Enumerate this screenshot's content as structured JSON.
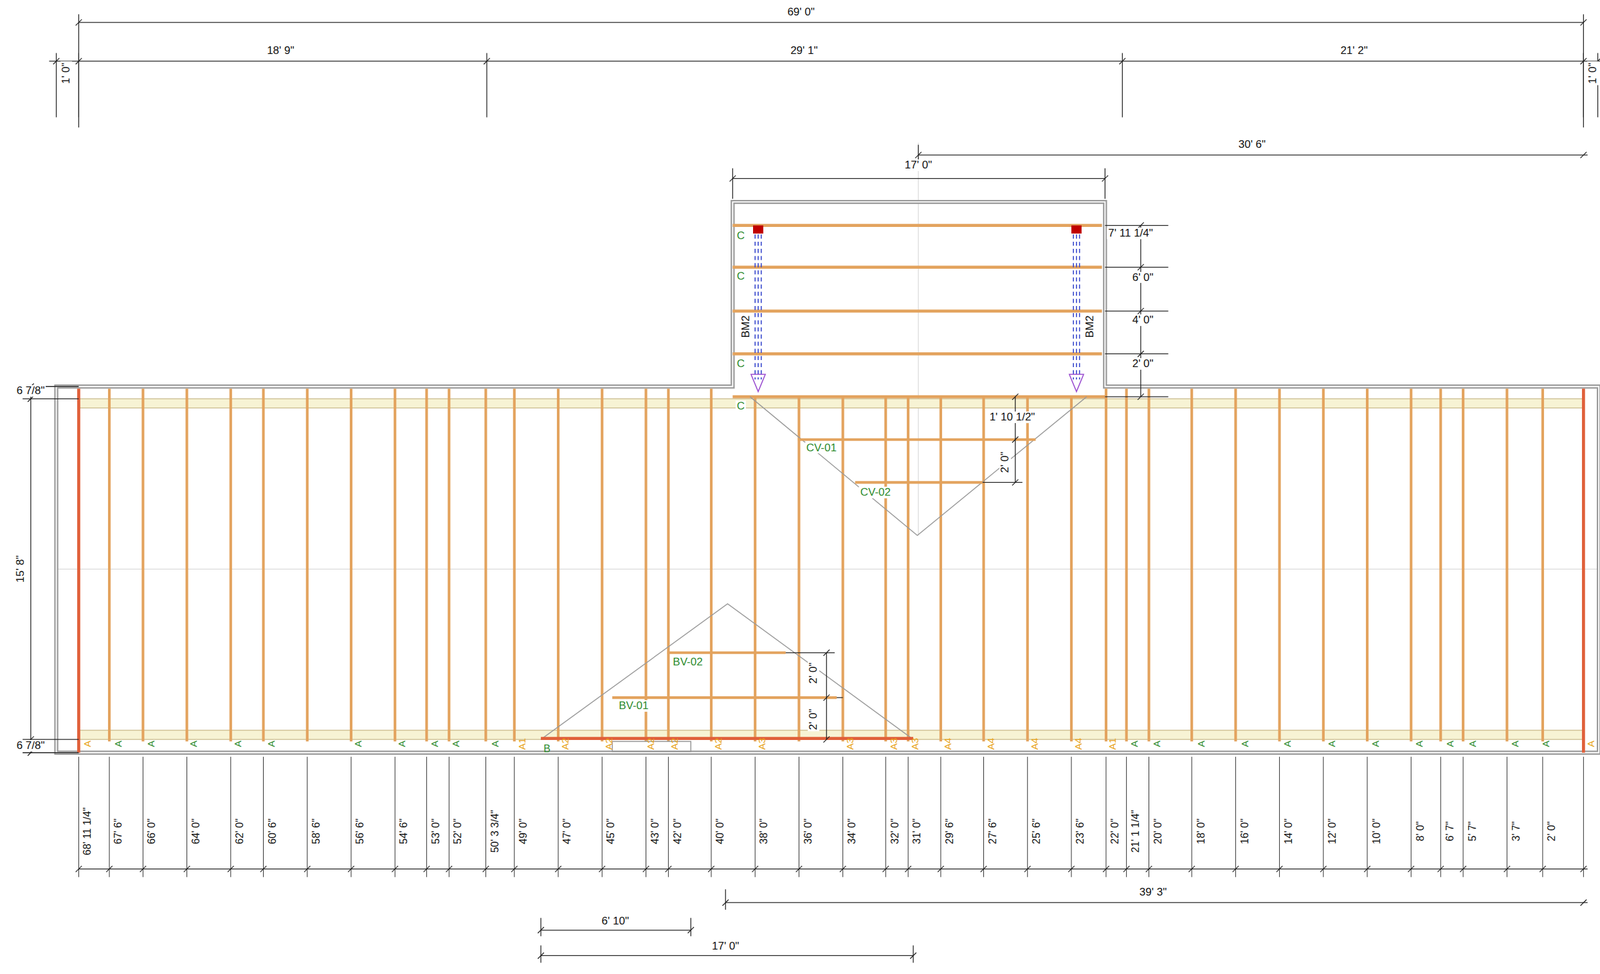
{
  "diagram": {
    "labels": [
      "69' 0\"",
      "1' 0\"",
      "18' 9\"",
      "29' 1\"",
      "21' 2\"",
      "1' 0\"",
      "17' 0\"",
      "30' 6\"",
      "7' 11 1/4\"",
      "6' 0\"",
      "4' 0\"",
      "2' 0\"",
      "BM2",
      "BM2",
      "C",
      "C",
      "C",
      "C",
      "1' 10 1/2\"",
      "2' 0\"",
      "CV-01",
      "CV-02",
      "BV-02",
      "BV-01",
      "2' 0\"",
      "2' 0\"",
      "6 7/8\"",
      "15' 8\"",
      "6 7/8\"",
      "B",
      "A",
      "A",
      "A",
      "A",
      "A",
      "A",
      "A",
      "A",
      "A",
      "A",
      "A",
      "A1",
      "A2",
      "A2",
      "A2",
      "A2",
      "A2",
      "A3",
      "A3",
      "A3",
      "A3",
      "A4",
      "A4",
      "A4",
      "A4",
      "A1",
      "A",
      "A",
      "A",
      "A",
      "A",
      "A",
      "A",
      "A",
      "A",
      "A",
      "A",
      "A",
      "A",
      "68' 11 1/4\"",
      "67' 6\"",
      "66' 0\"",
      "64' 0\"",
      "62' 0\"",
      "60' 6\"",
      "58' 6\"",
      "56' 6\"",
      "54' 6\"",
      "53' 0\"",
      "52' 0\"",
      "50' 3 3/4\"",
      "49' 0\"",
      "47' 0\"",
      "45' 0\"",
      "43' 0\"",
      "42' 0\"",
      "40' 0\"",
      "38' 0\"",
      "36' 0\"",
      "34' 0\"",
      "32' 0\"",
      "31' 0\"",
      "29' 6\"",
      "27' 6\"",
      "25' 6\"",
      "23' 6\"",
      "22' 0\"",
      "21' 1 1/4\"",
      "20' 0\"",
      "18' 0\"",
      "16' 0\"",
      "14' 0\"",
      "12' 0\"",
      "10' 0\"",
      "8' 0\"",
      "6' 7\"",
      "5' 7\"",
      "3' 7\"",
      "2' 0\"",
      "39' 3\"",
      "6' 10\"",
      "17' 0\""
    ]
  }
}
